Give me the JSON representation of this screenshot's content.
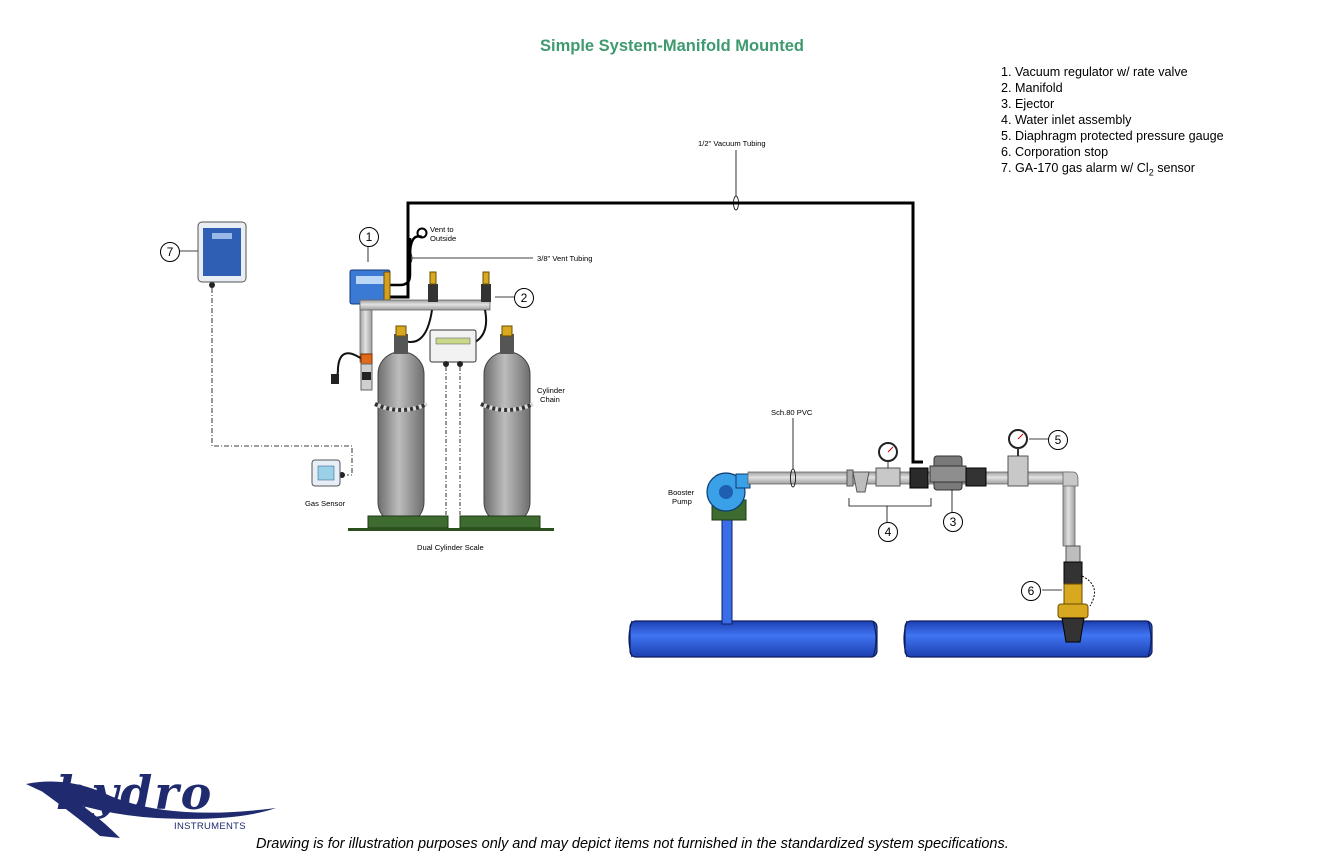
{
  "title": "Simple System-Manifold Mounted",
  "legend": [
    "1. Vacuum regulator w/ rate valve",
    "2. Manifold",
    "3. Ejector",
    "4. Water inlet assembly",
    "5. Diaphragm protected pressure gauge",
    "6. Corporation stop",
    "7. GA-170 gas alarm w/ Cl"
  ],
  "legend_subscript": "2",
  "legend_suffix": " sensor",
  "labels": {
    "vacuum_tubing": "1/2\" Vacuum Tubing",
    "vent_to": "Vent to",
    "outside": "Outside",
    "vent_tubing": "3/8\" Vent Tubing",
    "cylinder": "Cylinder",
    "chain": "Chain",
    "gas_sensor": "Gas Sensor",
    "dual_scale": "Dual Cylinder Scale",
    "sch80": "Sch.80 PVC",
    "booster": "Booster",
    "pump": "Pump"
  },
  "callouts": {
    "n1": "1",
    "n2": "2",
    "n3": "3",
    "n4": "4",
    "n5": "5",
    "n6": "6",
    "n7": "7"
  },
  "logo": {
    "word": "hydro",
    "sub": "INSTRUMENTS"
  },
  "footer": "Drawing is for illustration purposes only and may depict items not furnished in the standardized system specifications.",
  "colors": {
    "title": "#3f9a6f",
    "water_main": "#2f5fe0",
    "pvc": "#c8c8c8",
    "cylinder": "#9c9c9c",
    "scale": "#3e6b2f",
    "logo": "#1f2a6f"
  }
}
